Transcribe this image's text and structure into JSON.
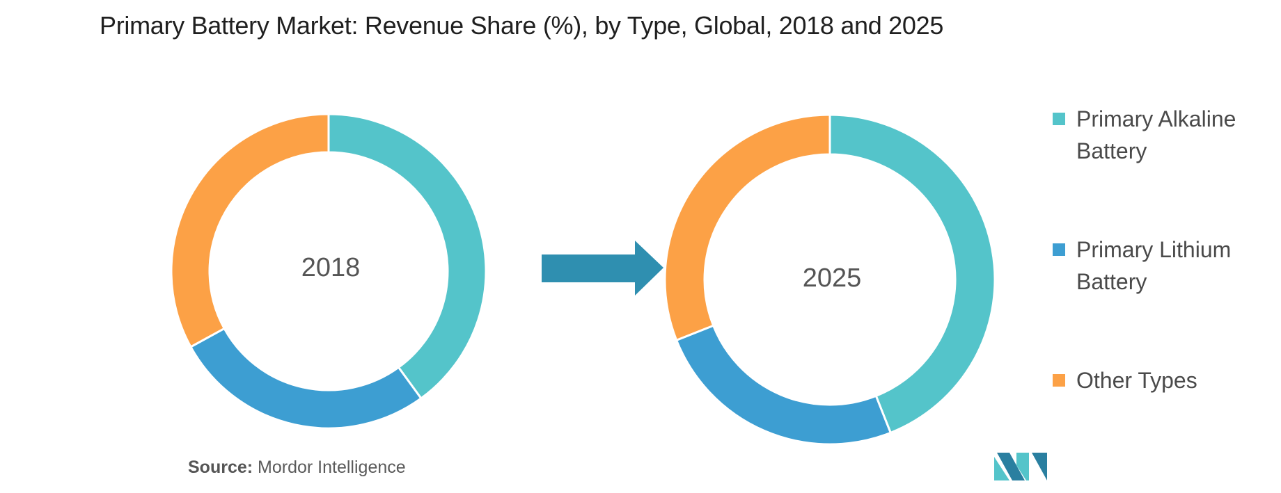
{
  "title": "Primary Battery Market: Revenue Share (%), by Type, Global, 2018 and 2025",
  "source": {
    "label": "Source:",
    "text": "Mordor Intelligence"
  },
  "colors": {
    "primary_alkaline": "#54c4ca",
    "primary_lithium": "#3d9ed2",
    "other_types": "#fca146",
    "arrow": "#2f8fb0",
    "logo_dark": "#2a7fa0",
    "logo_light": "#54c4ca"
  },
  "legend": [
    {
      "name": "Primary Alkaline Battery",
      "line1": "Primary Alkaline",
      "line2": "Battery",
      "color": "#54c4ca"
    },
    {
      "name": "Primary Lithium Battery",
      "line1": "Primary Lithium",
      "line2": "Battery",
      "color": "#3d9ed2"
    },
    {
      "name": "Other Types",
      "line1": "Other Types",
      "line2": "",
      "color": "#fca146"
    }
  ],
  "chart_data": [
    {
      "type": "pie",
      "variant": "donut",
      "center_label": "2018",
      "categories": [
        "Primary Alkaline Battery",
        "Primary Lithium Battery",
        "Other Types"
      ],
      "values": [
        40,
        27,
        33
      ],
      "legend_position": "right"
    },
    {
      "type": "pie",
      "variant": "donut",
      "center_label": "2025",
      "categories": [
        "Primary Alkaline Battery",
        "Primary Lithium Battery",
        "Other Types"
      ],
      "values": [
        44,
        25,
        31
      ],
      "legend_position": "right"
    }
  ]
}
